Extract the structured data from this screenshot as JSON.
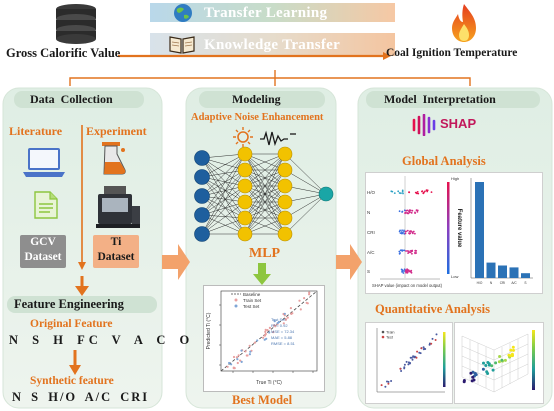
{
  "header": {
    "left_label": "Gross Calorific Value",
    "right_label": "Coal Ignition Temperature",
    "transfer_learning": "Transfer Learning",
    "knowledge_transfer": "Knowledge Transfer"
  },
  "data_collection": {
    "title": "Data  Collection",
    "literature": "Literature",
    "experiment": "Experiment",
    "gcv_dataset_1": "GCV",
    "gcv_dataset_2": "Dataset",
    "ti_dataset_1": "Ti",
    "ti_dataset_2": "Dataset",
    "feature_engineering": "Feature Engineering",
    "original_feature": "Original Feature",
    "original_list": "N S H FC V A C O",
    "synthetic_feature": "Synthetic feature",
    "synthetic_list": "N S H/O A/C CRI"
  },
  "modeling": {
    "title": "Modeling",
    "subtitle": "Adaptive Noise Enhancement",
    "mlp": "MLP",
    "best_model": "Best Model",
    "plot": {
      "legend": [
        "Baseline",
        "Train Set",
        "Test Set"
      ],
      "xlabel": "True Ti (°C)",
      "ylabel": "Predicted Ti (°C)",
      "stats": [
        "Test Set",
        "R² = 0.92",
        "MSE = 72.34",
        "MAE = 5.88",
        "RMSE = 8.51"
      ]
    }
  },
  "interpretation": {
    "title": "Model  Interpretation",
    "shap": "SHAP",
    "global": "Global Analysis",
    "quantitative": "Quantitative Analysis",
    "beeswarm_features": [
      "H/O",
      "N",
      "CRI",
      "A/C",
      "S"
    ],
    "beeswarm_xlabel": "SHAP value (impact on model output)",
    "colorbar_high": "High",
    "colorbar_low": "Low",
    "colorbar_label": "Feature value",
    "bar_chart": {
      "categories": [
        "H/O",
        "N",
        "CRI",
        "A/C",
        "S"
      ],
      "values": [
        1.0,
        0.16,
        0.13,
        0.11,
        0.05
      ]
    },
    "dep_legend": [
      "Train",
      "Test"
    ]
  },
  "colors": {
    "orange": "#e2731e",
    "panel_bg": "#e9f2ea",
    "arrow": "#f3a26b",
    "node_blue": "#1e5f9e",
    "node_yellow": "#f2c200",
    "node_teal": "#1aa6a6"
  }
}
